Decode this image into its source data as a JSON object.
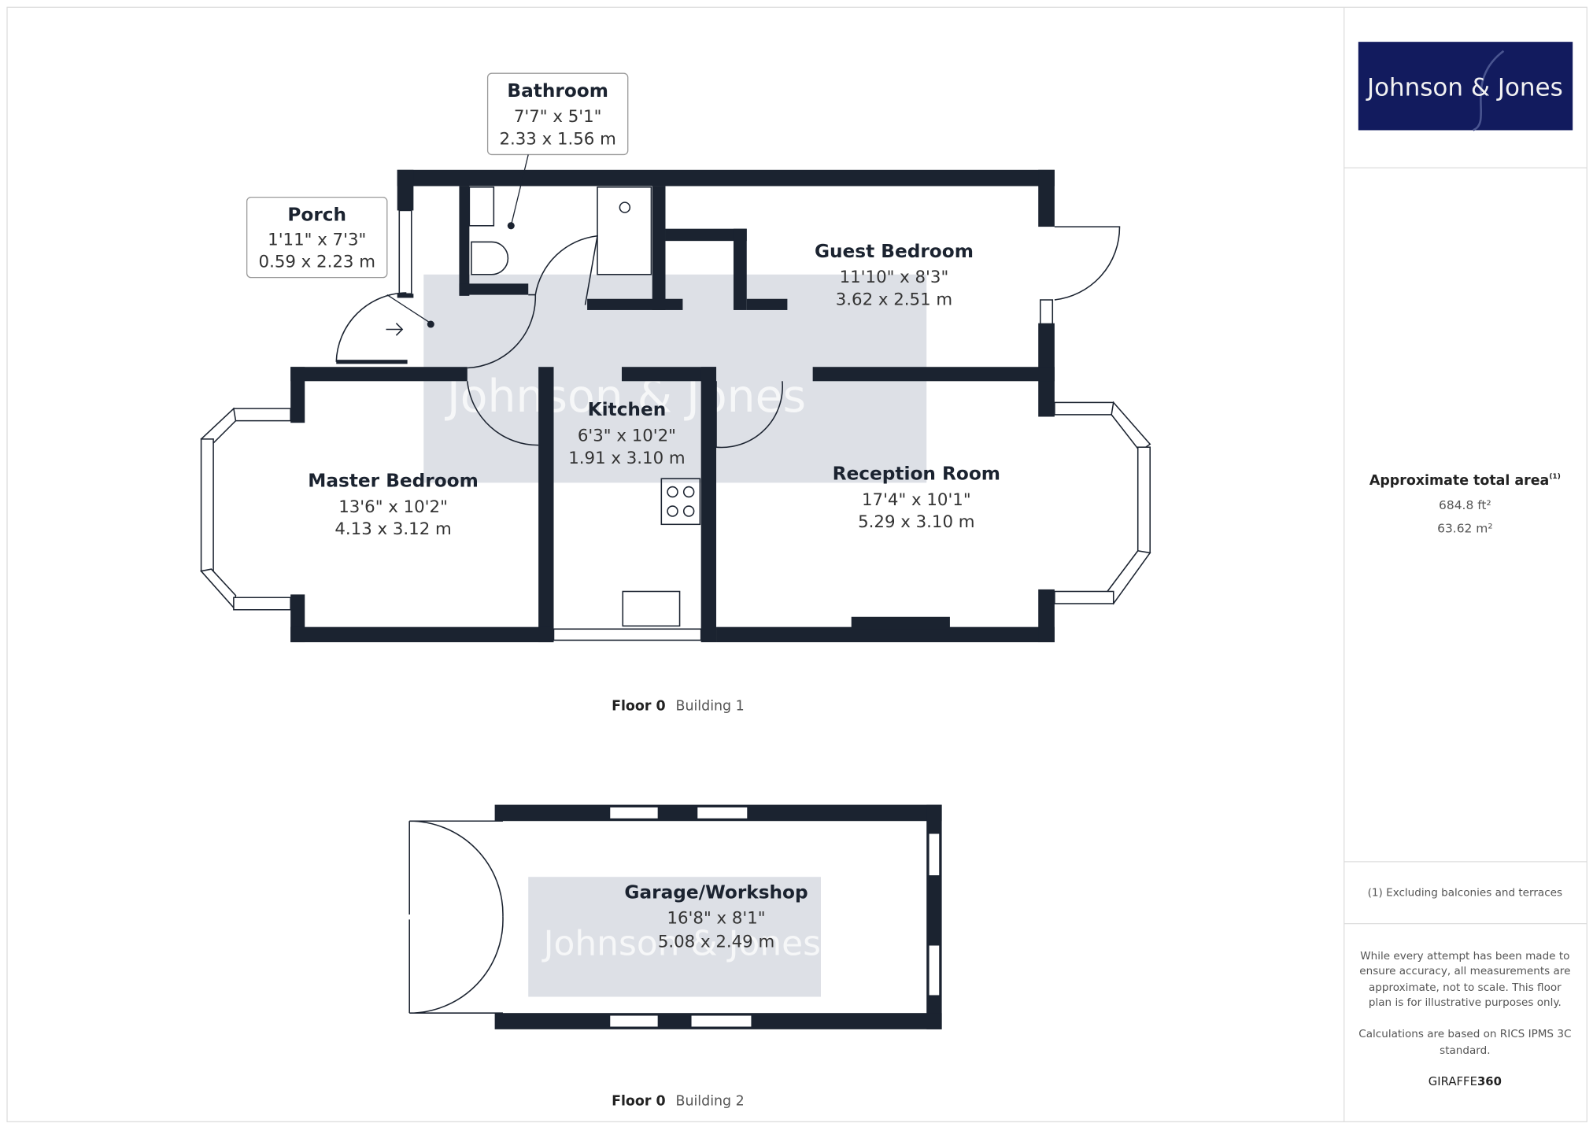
{
  "rooms": {
    "porch": {
      "name": "Porch",
      "imperial": "1'11\" x 7'3\"",
      "metric": "0.59 x 2.23 m"
    },
    "bathroom": {
      "name": "Bathroom",
      "imperial": "7'7\" x 5'1\"",
      "metric": "2.33 x 1.56 m"
    },
    "guest_bedroom": {
      "name": "Guest Bedroom",
      "imperial": "11'10\" x 8'3\"",
      "metric": "3.62 x 2.51 m"
    },
    "kitchen": {
      "name": "Kitchen",
      "imperial": "6'3\" x 10'2\"",
      "metric": "1.91 x 3.10 m"
    },
    "master_bedroom": {
      "name": "Master Bedroom",
      "imperial": "13'6\" x 10'2\"",
      "metric": "4.13 x 3.12 m"
    },
    "reception_room": {
      "name": "Reception Room",
      "imperial": "17'4\" x 10'1\"",
      "metric": "5.29 x 3.10 m"
    },
    "garage": {
      "name": "Garage/Workshop",
      "imperial": "16'8\" x 8'1\"",
      "metric": "5.08 x 2.49 m"
    }
  },
  "floors": [
    {
      "floor": "Floor 0",
      "building": "Building 1"
    },
    {
      "floor": "Floor 0",
      "building": "Building 2"
    }
  ],
  "logo": {
    "text": "Johnson & Jones",
    "bg_color": "#121b5e"
  },
  "watermark": "Johnson & Jones",
  "area": {
    "title": "Approximate total area",
    "footnote_mark": "(1)",
    "imperial": "684.8 ft²",
    "metric": "63.62 m²"
  },
  "footnote": "(1) Excluding balconies and terraces",
  "disclaimer": [
    "While every attempt has been made to",
    "ensure accuracy, all measurements are",
    "approximate, not to scale. This floor",
    "plan is for illustrative purposes only."
  ],
  "calculations": [
    "Calculations are based on RICS IPMS 3C",
    "standard."
  ],
  "brand": {
    "light": "GIRAFFE",
    "bold": "360"
  }
}
